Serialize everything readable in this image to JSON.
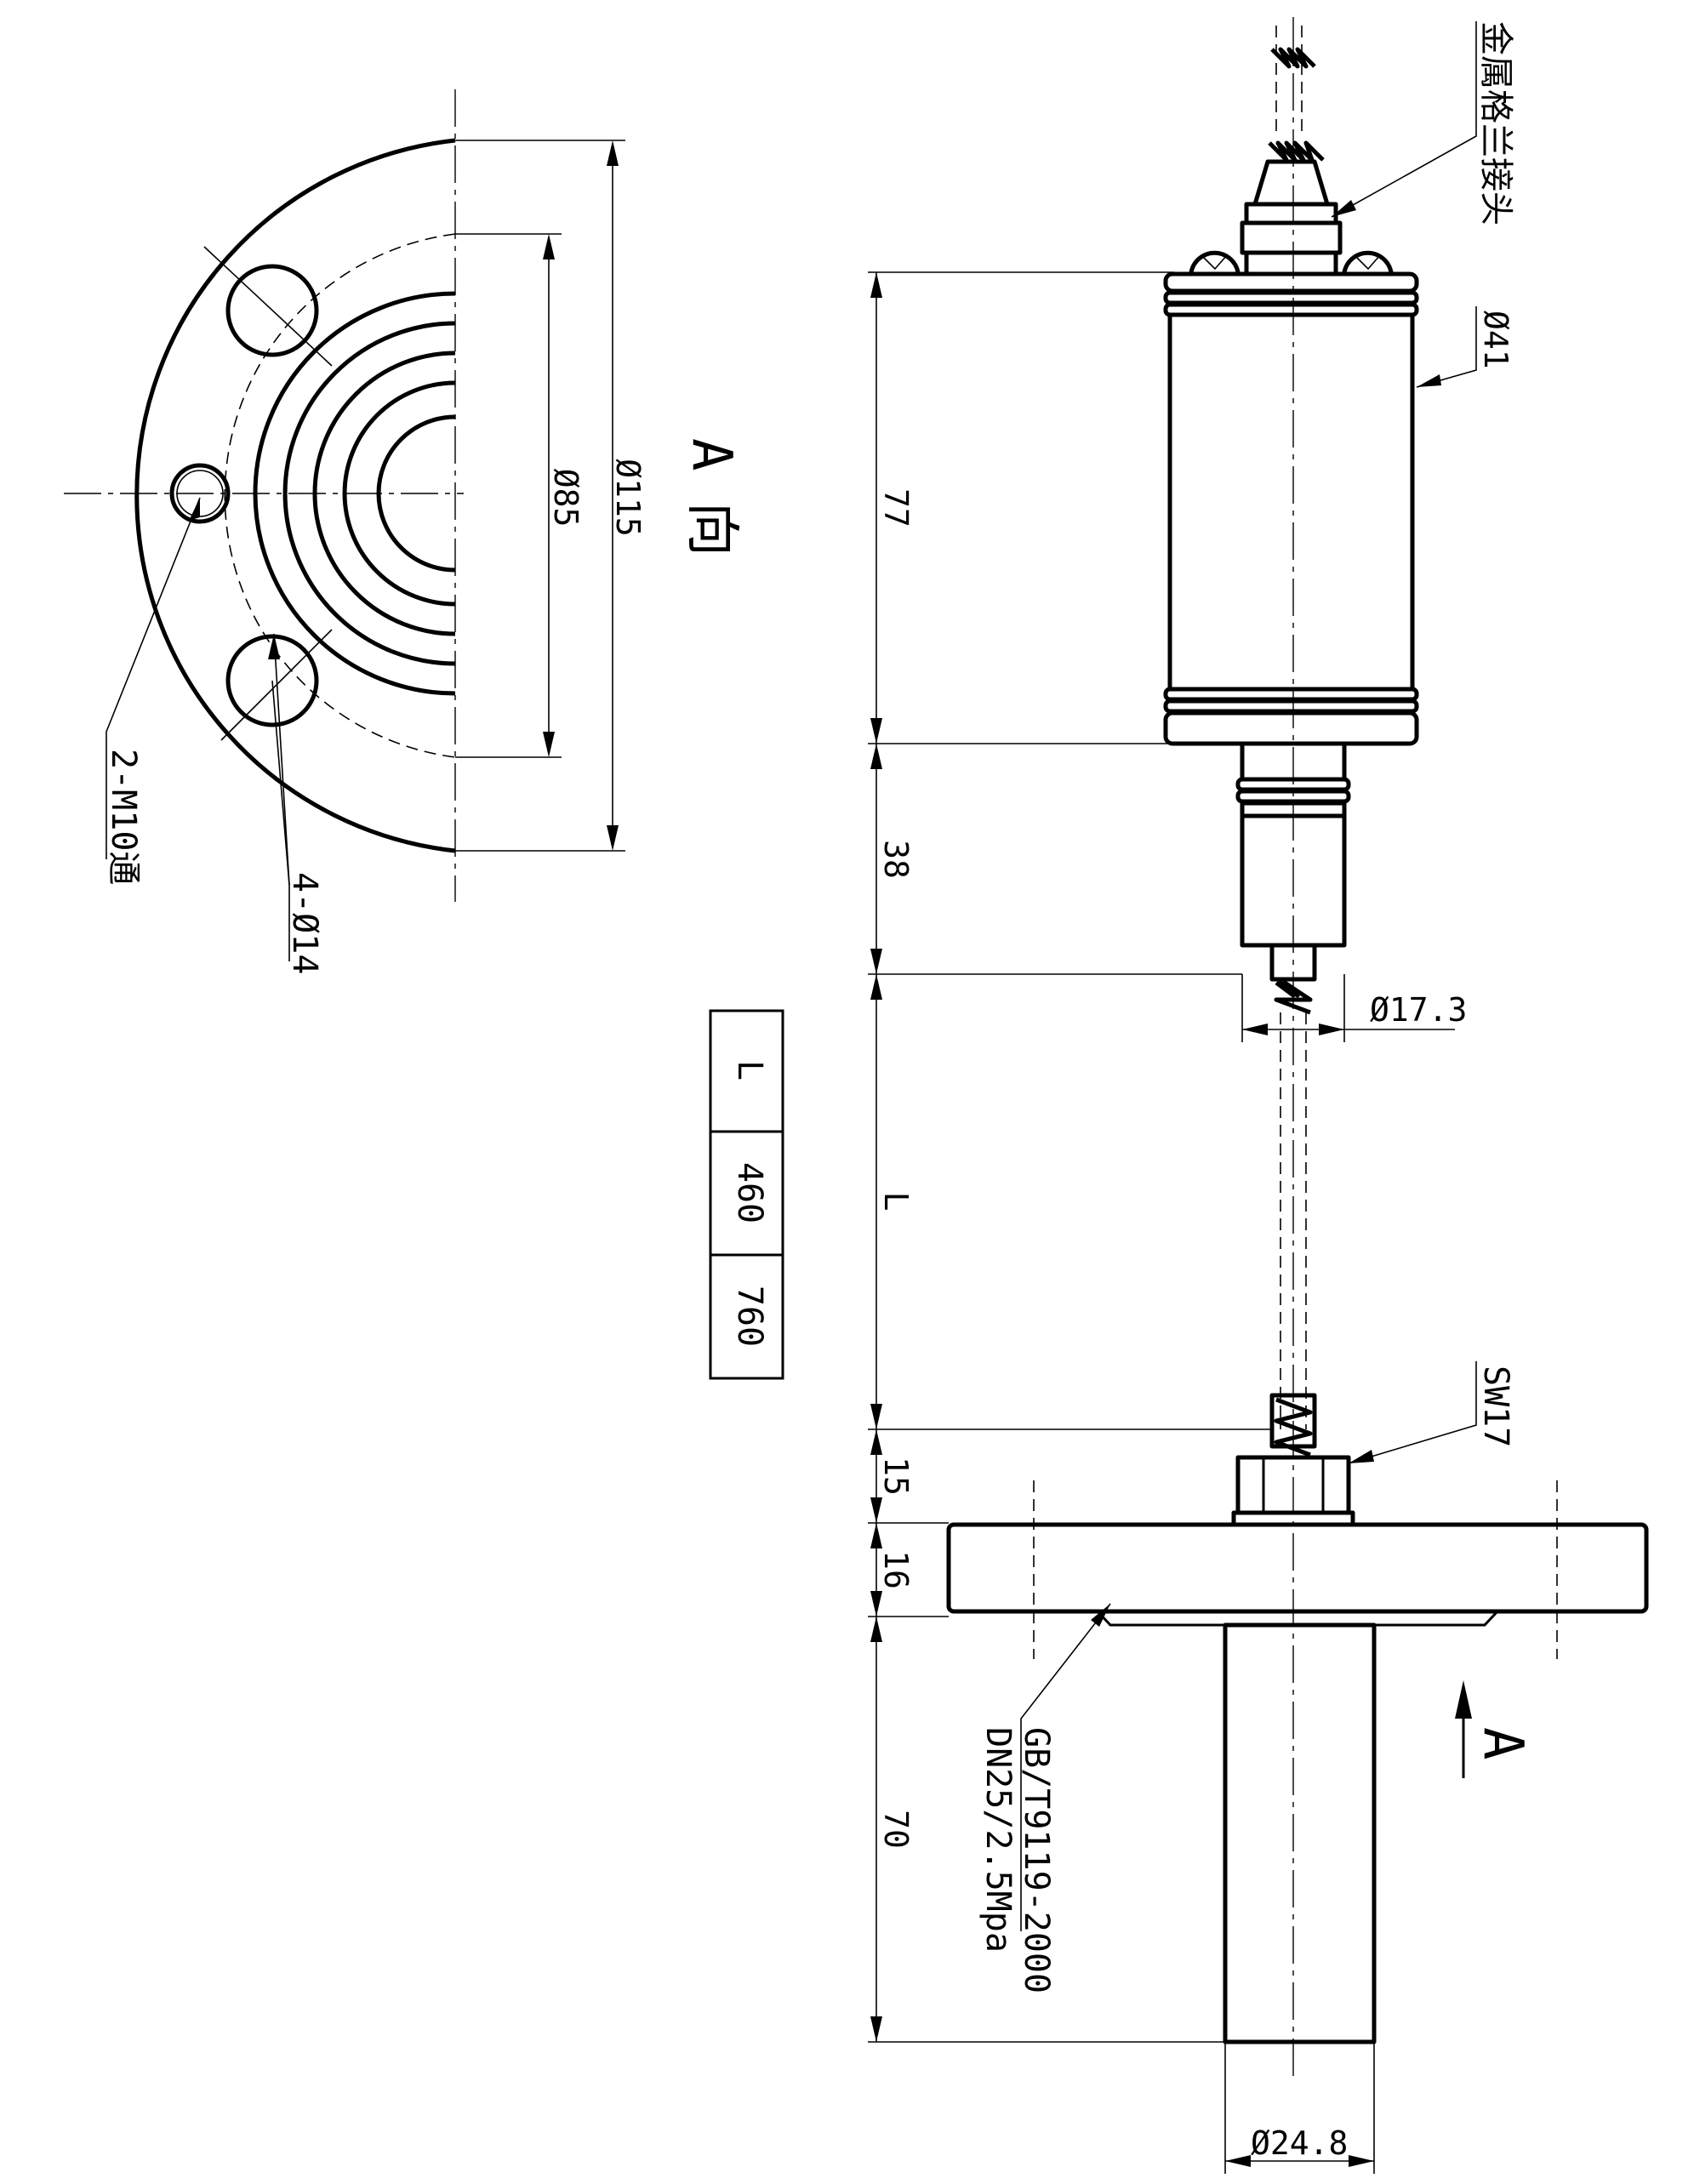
{
  "view_label": {
    "letter": "A",
    "char": "向"
  },
  "view_arrow_letter": "A",
  "dimensions": {
    "d115": "Ø115",
    "d85": "Ø85",
    "d41": "Ø41",
    "d17_3": "Ø17.3",
    "d24_8": "Ø24.8",
    "len_77": "77",
    "len_38": "38",
    "len_L": "L",
    "len_15": "15",
    "len_16": "16",
    "len_70": "70"
  },
  "callouts": {
    "metal_flange_joint": "金属格兰接头",
    "sw17": "SW17",
    "holes_4": "4-Ø14",
    "holes_2": "2-M10通",
    "standard_line1": "GB/T9119-2000",
    "standard_line2": "DN25/2.5Mpa"
  },
  "table": {
    "header": "L",
    "values": [
      "460",
      "760"
    ]
  }
}
